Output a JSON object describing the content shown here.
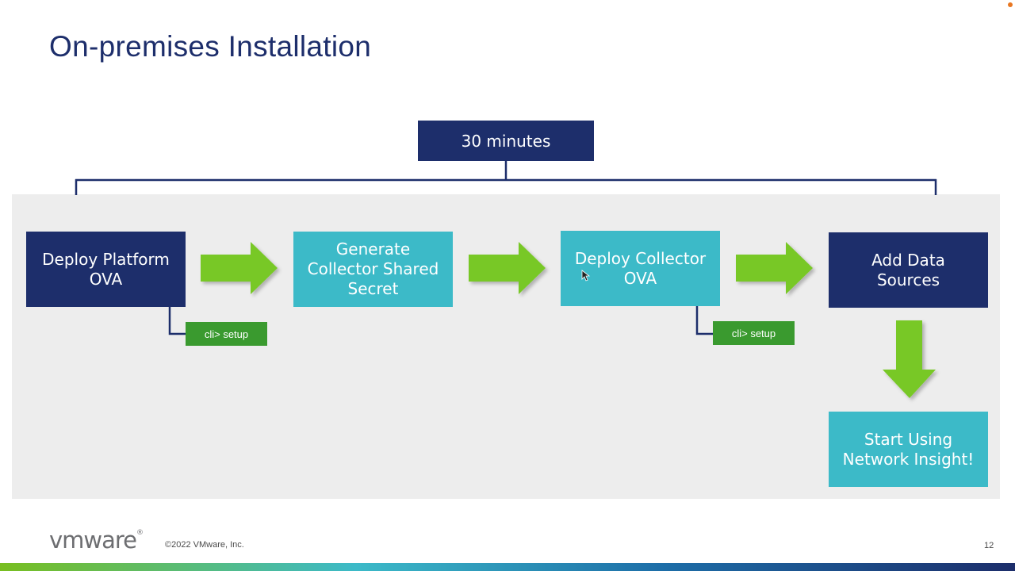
{
  "slide": {
    "title": "On-premises Installation",
    "time_label": "30 minutes",
    "page_number": "12"
  },
  "steps": [
    {
      "label_line1": "Deploy Platform",
      "label_line2": "OVA",
      "color": "#1d2e6b"
    },
    {
      "label_line1": "Generate",
      "label_line2": "Collector Shared",
      "label_line3": "Secret",
      "color": "#3cbac8"
    },
    {
      "label_line1": "Deploy Collector",
      "label_line2": "OVA",
      "color": "#3cbac8"
    },
    {
      "label_line1": "Add Data",
      "label_line2": "Sources",
      "color": "#1d2e6b"
    },
    {
      "label_line1": "Start Using",
      "label_line2": "Network Insight!",
      "color": "#3cbac8"
    }
  ],
  "cli_labels": [
    "cli> setup",
    "cli> setup"
  ],
  "footer": {
    "logo_text": "vmware",
    "registered": "®",
    "copyright": "©2022 VMware, Inc."
  },
  "colors": {
    "navy": "#1d2e6b",
    "teal": "#3cbac8",
    "arrow_green": "#78c828",
    "cli_green": "#3a9a2f",
    "panel_gray": "#ededed"
  }
}
